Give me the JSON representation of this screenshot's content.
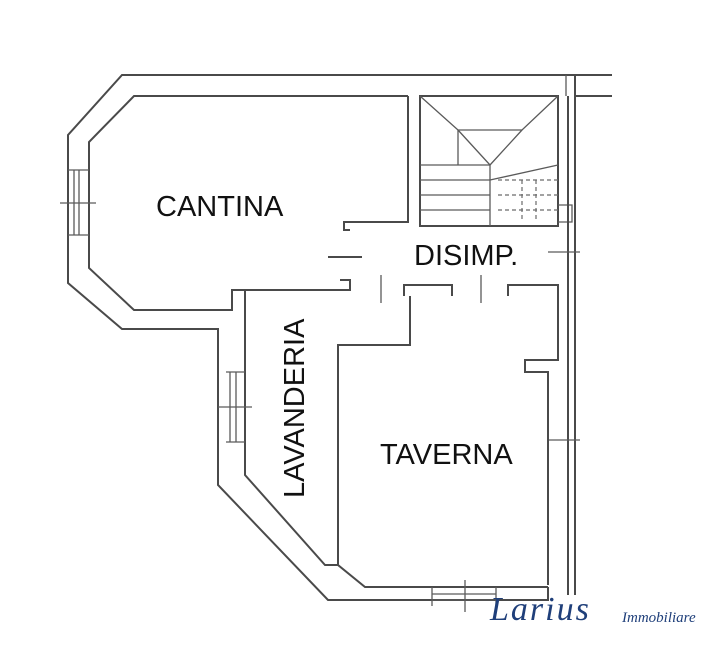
{
  "rooms": {
    "cantina": "CANTINA",
    "disimpegno": "DISIMP.",
    "lavanderia": "LAVANDERIA",
    "taverna": "TAVERNA"
  },
  "brand": {
    "name": "Larius",
    "subtitle": "Immobiliare",
    "color": "#1f3f7a"
  },
  "colors": {
    "walls": "#4a4a4a",
    "background": "#ffffff"
  }
}
